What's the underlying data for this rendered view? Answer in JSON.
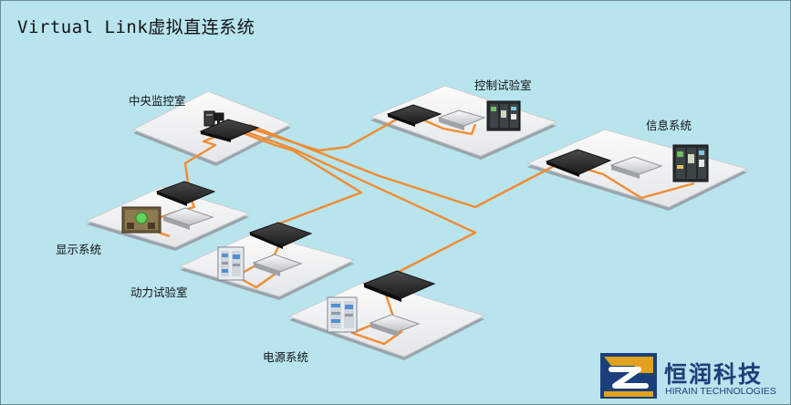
{
  "title": "Virtual Link虚拟直连系统",
  "nodes": {
    "central": "中央监控室",
    "control": "控制试验室",
    "info": "信息系统",
    "display": "显示系统",
    "power_lab": "动力试验室",
    "power_supply": "电源系统"
  },
  "brand": {
    "name_cn": "恒润科技",
    "name_en": "HIRAIN TECHNOLOGIES"
  },
  "colors": {
    "background": "#b8e4ee",
    "link": "#f08c32",
    "platform": "#f4f5f6",
    "switch": "#2e2e2e",
    "brand": "#1b3f7a"
  }
}
